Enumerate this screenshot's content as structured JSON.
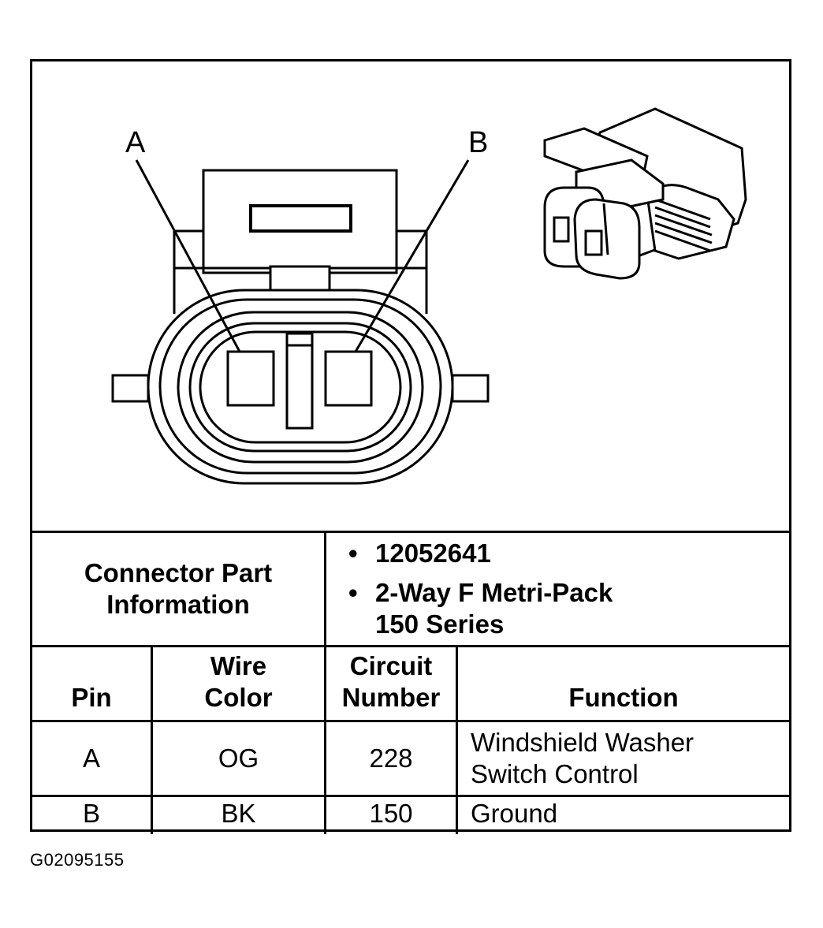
{
  "diagram": {
    "pin_labels": [
      "A",
      "B"
    ]
  },
  "connector_info": {
    "label": "Connector Part Information",
    "items": [
      "12052641",
      "2-Way F Metri-Pack 150 Series"
    ]
  },
  "pin_table": {
    "headers": {
      "pin": "Pin",
      "wire_color": "Wire Color",
      "circuit_number": "Circuit Number",
      "function": "Function"
    },
    "rows": [
      {
        "pin": "A",
        "wire_color": "OG",
        "circuit_number": "228",
        "function": "Windshield Washer Switch Control"
      },
      {
        "pin": "B",
        "wire_color": "BK",
        "circuit_number": "150",
        "function": "Ground"
      }
    ]
  },
  "figure_id": "G02095155"
}
